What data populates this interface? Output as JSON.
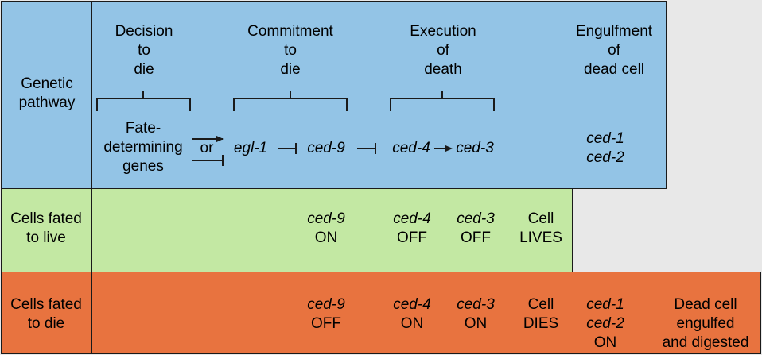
{
  "rows": {
    "pathway": [
      "Genetic",
      "pathway"
    ],
    "live": [
      "Cells fated",
      "to live"
    ],
    "die": [
      "Cells fated",
      "to die"
    ]
  },
  "stages": {
    "decision": [
      "Decision",
      "to",
      "die"
    ],
    "commitment": [
      "Commitment",
      "to",
      "die"
    ],
    "execution": [
      "Execution",
      "of",
      "death"
    ],
    "engulfment": [
      "Engulfment",
      "of",
      "dead cell"
    ]
  },
  "pathway": {
    "fate_genes": [
      "Fate-",
      "determining",
      "genes"
    ],
    "or": "or",
    "egl1": "egl-1",
    "ced9": "ced-9",
    "ced4": "ced-4",
    "ced3": "ced-3",
    "ced1": "ced-1",
    "ced2": "ced-2"
  },
  "live": {
    "ced9": [
      "ced-9",
      "ON"
    ],
    "ced4": [
      "ced-4",
      "OFF"
    ],
    "ced3": [
      "ced-3",
      "OFF"
    ],
    "outcome": [
      "Cell",
      "LIVES"
    ]
  },
  "die": {
    "ced9": [
      "ced-9",
      "OFF"
    ],
    "ced4": [
      "ced-4",
      "ON"
    ],
    "ced3": [
      "ced-3",
      "ON"
    ],
    "outcome": [
      "Cell",
      "DIES"
    ],
    "engulf_genes": [
      "ced-1",
      "ced-2",
      "ON"
    ],
    "engulf_outcome": [
      "Dead cell",
      "engulfed",
      "and digested"
    ]
  },
  "colors": {
    "pathway_band": "#93c4e6",
    "live_band": "#c3e8a3",
    "die_band": "#e8733f",
    "lines": "#1a1a1a"
  }
}
